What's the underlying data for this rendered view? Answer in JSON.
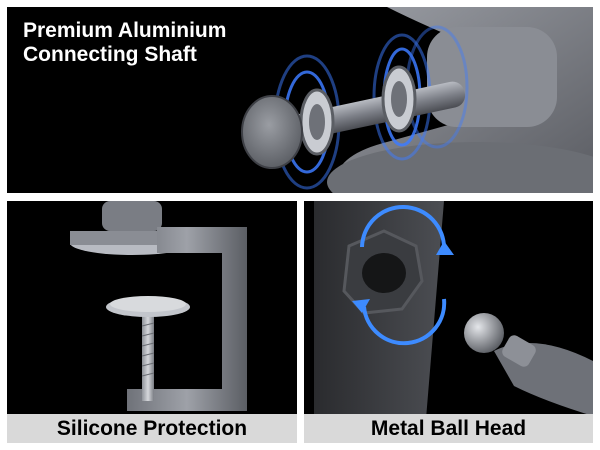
{
  "top_panel": {
    "headline_line1": "Premium Aluminium",
    "headline_line2": "Connecting Shaft"
  },
  "bottom_left_panel": {
    "caption": "Silicone Protection"
  },
  "bottom_right_panel": {
    "caption": "Metal Ball Head"
  },
  "colors": {
    "background": "#000000",
    "caption_bar": "#d9d9d9",
    "highlight_glow": "#3d7bff",
    "metal": "#8c8f96"
  }
}
